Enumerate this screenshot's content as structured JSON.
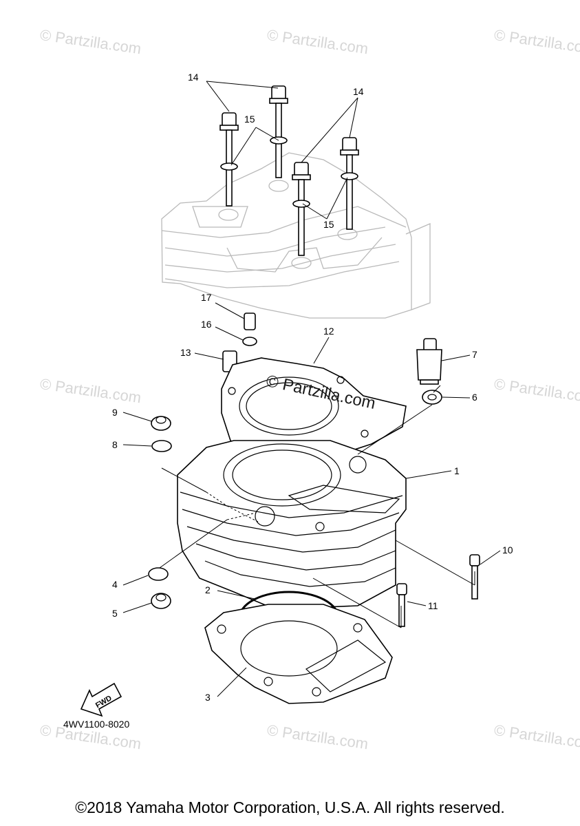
{
  "watermark_text": "© Partzilla.com",
  "center_watermark_text": "© Partzilla.com",
  "diagram_code": "4WV1100-8020",
  "fwd_label": "FWD",
  "copyright": "©2018 Yamaha Motor Corporation, U.S.A. All rights reserved.",
  "callouts": {
    "c1": "1",
    "c2": "2",
    "c3": "3",
    "c4": "4",
    "c5": "5",
    "c6": "6",
    "c7": "7",
    "c8": "8",
    "c9": "9",
    "c10": "10",
    "c11": "11",
    "c12": "12",
    "c13": "13",
    "c14a": "14",
    "c14b": "14",
    "c15a": "15",
    "c15b": "15",
    "c16": "16",
    "c17": "17"
  },
  "colors": {
    "line": "#000000",
    "ghost_head": "#b9b9b9",
    "watermark": "#d6d6d6"
  }
}
